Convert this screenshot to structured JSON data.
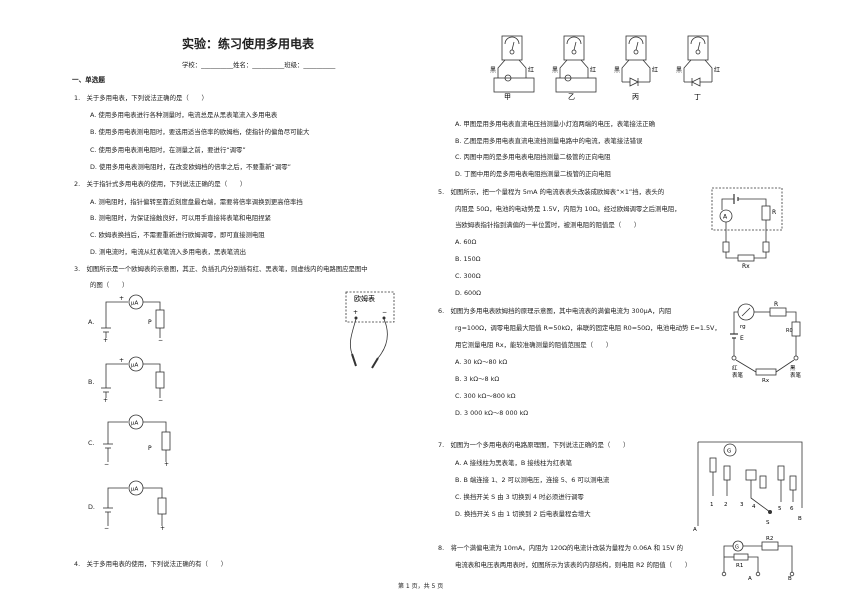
{
  "title": "实验：练习使用多用电表",
  "info": "学校：__________姓名：__________班级：__________",
  "section": "一、单选题",
  "q1": {
    "stem": "1.　关于多用电表，下列说法正确的是（　　）",
    "A": "A.  使用多用电表进行各种测量时，电流总是从黑表笔流入多用电表",
    "B": "B.  使用多用电表测电阻时，要选用适当倍率的欧姆档，使指针的偏角尽可能大",
    "C": "C.  使用多用电表测电阻时，在测量之前，要进行“调零”",
    "D": "D.  使用多用电表测电阻时，在改变欧姆档的倍率之后，不要重新“调零”"
  },
  "q2": {
    "stem": "2.　关于指针式多用电表的使用，下列说法正确的是（　　）",
    "A": "A.  测电阻时，指针偏转至靠近刻度盘最右端，需要将倍率调换到更高倍率挡",
    "B": "B.  测电阻时，为保证接触良好，可以用手直接将表笔和电阻捏紧",
    "C": "C.  欧姆表换挡后，不需要重新进行欧姆调零，即可直接测电阻",
    "D": "D.  测电流时，电流从红表笔流入多用电表，黑表笔流出"
  },
  "q3": {
    "stem1": "3.　如图所示是一个欧姆表的示意图，其正、负插孔内分别插有红、黑表笔，则虚线内的电路图应是图中",
    "stem2": "的图（　　）",
    "A": "A.",
    "B": "B.",
    "C": "C.",
    "D": "D.",
    "ohm_label": "欧姆表",
    "ua": "μA"
  },
  "q4": {
    "stem": "4.　关于多用电表的使用，下列说法正确的有（　　）"
  },
  "q4fig": {
    "labels": [
      "甲",
      "乙",
      "丙",
      "丁"
    ],
    "hei": "黑",
    "hong": "红"
  },
  "q4opts": {
    "A": "A.  甲图是用多用电表直流电压挡测量小灯泡两端的电压，表笔接法正确",
    "B": "B.  乙图是用多用电表直流电流挡测量电路中的电流，表笔接法错误",
    "C": "C.  丙图中用的是多用电表电阻挡测量二极管的正向电阻",
    "D": "D.  丁图中用的是多用电表电阻挡测量二极管的正向电阻"
  },
  "q5": {
    "line1": "5.　如图所示，把一个量程为 5mA 的电流表表头改装成欧姆表“×1”挡，表头的",
    "line2": "内阻是 50Ω，电池的电动势是 1.5V，内阻为 10Ω。经过欧姆调零之后测电阻，",
    "line3": "当欧姆表指针指到满偏的一半位置时，被测电阻的阻值是（　　）",
    "A": "A.  60Ω",
    "B": "B.  150Ω",
    "C": "C.  300Ω",
    "D": "D.  600Ω"
  },
  "q6": {
    "line1": "6.　如图为多用电表欧姆挡的原理示意图，其中电流表的满偏电流为 300μA，内阻",
    "line2": "rg=100Ω，调零电阻最大阻值 R=50kΩ，串联的固定电阻 R0=50Ω，电池电动势 E=1.5V，",
    "line3": "用它测量电阻 Rx，能较准确测量的阻值范围是（　　）",
    "A": "A.  30 kΩ～80 kΩ",
    "B": "B.  3 kΩ～8 kΩ",
    "C": "C.  300 kΩ～800 kΩ",
    "D": "D.  3 000 kΩ～8 000 kΩ"
  },
  "q7": {
    "stem": "7.　如图为一个多用电表的电路原理图，下列说法正确的是（　　）",
    "A": "A.  A 接线柱为黑表笔，B 接线柱为红表笔",
    "B": "B.  B 端连接 1、2 可以测电压，连接 5、6 可以测电流",
    "C": "C.  换挡开关 S 由 3 切换到 4 时必须进行调零",
    "D": "D.  换挡开关 S 由 1 切换到 2 后电表量程会增大"
  },
  "q8": {
    "line1": "8.　将一个满偏电流为 10mA，内阻为 120Ω的电流计改装为量程为 0.06A 和 15V 的",
    "line2": "电流表和电压表两用表时，如图所示为该表的内部结构，则电阻 R2 的阻值（　　）"
  },
  "footer": "第 1 页，共 5 页"
}
